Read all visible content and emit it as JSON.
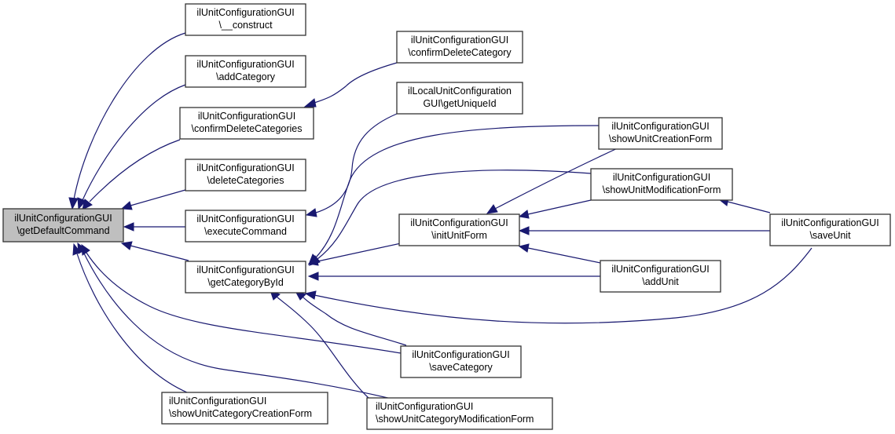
{
  "diagram": {
    "type": "call-graph",
    "colors": {
      "edge": "#191970",
      "node_border": "#333333",
      "root_fill": "#bfbfbf",
      "node_fill": "#ffffff"
    },
    "nodes": {
      "getDefaultCommand": {
        "line1": "ilUnitConfigurationGUI",
        "line2": "\\getDefaultCommand",
        "root": true
      },
      "construct": {
        "line1": "ilUnitConfigurationGUI",
        "line2": "\\__construct"
      },
      "addCategory": {
        "line1": "ilUnitConfigurationGUI",
        "line2": "\\addCategory"
      },
      "confirmDeleteCategories": {
        "line1": "ilUnitConfigurationGUI",
        "line2": "\\confirmDeleteCategories"
      },
      "deleteCategories": {
        "line1": "ilUnitConfigurationGUI",
        "line2": "\\deleteCategories"
      },
      "executeCommand": {
        "line1": "ilUnitConfigurationGUI",
        "line2": "\\executeCommand"
      },
      "getCategoryById": {
        "line1": "ilUnitConfigurationGUI",
        "line2": "\\getCategoryById"
      },
      "confirmDeleteCategory": {
        "line1": "ilUnitConfigurationGUI",
        "line2": "\\confirmDeleteCategory"
      },
      "getUniqueId": {
        "line1": "ilLocalUnitConfiguration",
        "line2": "GUI\\getUniqueId"
      },
      "initUnitForm": {
        "line1": "ilUnitConfigurationGUI",
        "line2": "\\initUnitForm"
      },
      "showUnitCreationForm": {
        "line1": "ilUnitConfigurationGUI",
        "line2": "\\showUnitCreationForm"
      },
      "showUnitModificationForm": {
        "line1": "ilUnitConfigurationGUI",
        "line2": "\\showUnitModificationForm"
      },
      "addUnit": {
        "line1": "ilUnitConfigurationGUI",
        "line2": "\\addUnit"
      },
      "saveUnit": {
        "line1": "ilUnitConfigurationGUI",
        "line2": "\\saveUnit"
      },
      "saveCategory": {
        "line1": "ilUnitConfigurationGUI",
        "line2": "\\saveCategory"
      },
      "showUnitCategoryCreationForm": {
        "line1": "ilUnitConfigurationGUI",
        "line2": "\\showUnitCategoryCreationForm"
      },
      "showUnitCategoryModificationForm": {
        "line1": "ilUnitConfigurationGUI",
        "line2": "\\showUnitCategoryModificationForm"
      }
    },
    "edges": [
      {
        "from": "construct",
        "to": "getDefaultCommand"
      },
      {
        "from": "addCategory",
        "to": "getDefaultCommand"
      },
      {
        "from": "confirmDeleteCategories",
        "to": "getDefaultCommand"
      },
      {
        "from": "deleteCategories",
        "to": "getDefaultCommand"
      },
      {
        "from": "executeCommand",
        "to": "getDefaultCommand"
      },
      {
        "from": "getCategoryById",
        "to": "getDefaultCommand"
      },
      {
        "from": "saveCategory",
        "to": "getDefaultCommand"
      },
      {
        "from": "showUnitCategoryCreationForm",
        "to": "getDefaultCommand"
      },
      {
        "from": "showUnitCategoryModificationForm",
        "to": "getDefaultCommand"
      },
      {
        "from": "confirmDeleteCategory",
        "to": "confirmDeleteCategories"
      },
      {
        "from": "getUniqueId",
        "to": "executeCommand"
      },
      {
        "from": "showUnitCreationForm",
        "to": "getCategoryById"
      },
      {
        "from": "showUnitModificationForm",
        "to": "getCategoryById"
      },
      {
        "from": "initUnitForm",
        "to": "getCategoryById"
      },
      {
        "from": "addUnit",
        "to": "getCategoryById"
      },
      {
        "from": "saveUnit",
        "to": "getCategoryById"
      },
      {
        "from": "saveCategory",
        "to": "getCategoryById"
      },
      {
        "from": "showUnitCategoryModificationForm",
        "to": "getCategoryById"
      },
      {
        "from": "showUnitCreationForm",
        "to": "initUnitForm"
      },
      {
        "from": "showUnitModificationForm",
        "to": "initUnitForm"
      },
      {
        "from": "saveUnit",
        "to": "initUnitForm"
      },
      {
        "from": "addUnit",
        "to": "initUnitForm"
      },
      {
        "from": "saveUnit",
        "to": "showUnitModificationForm"
      }
    ]
  }
}
